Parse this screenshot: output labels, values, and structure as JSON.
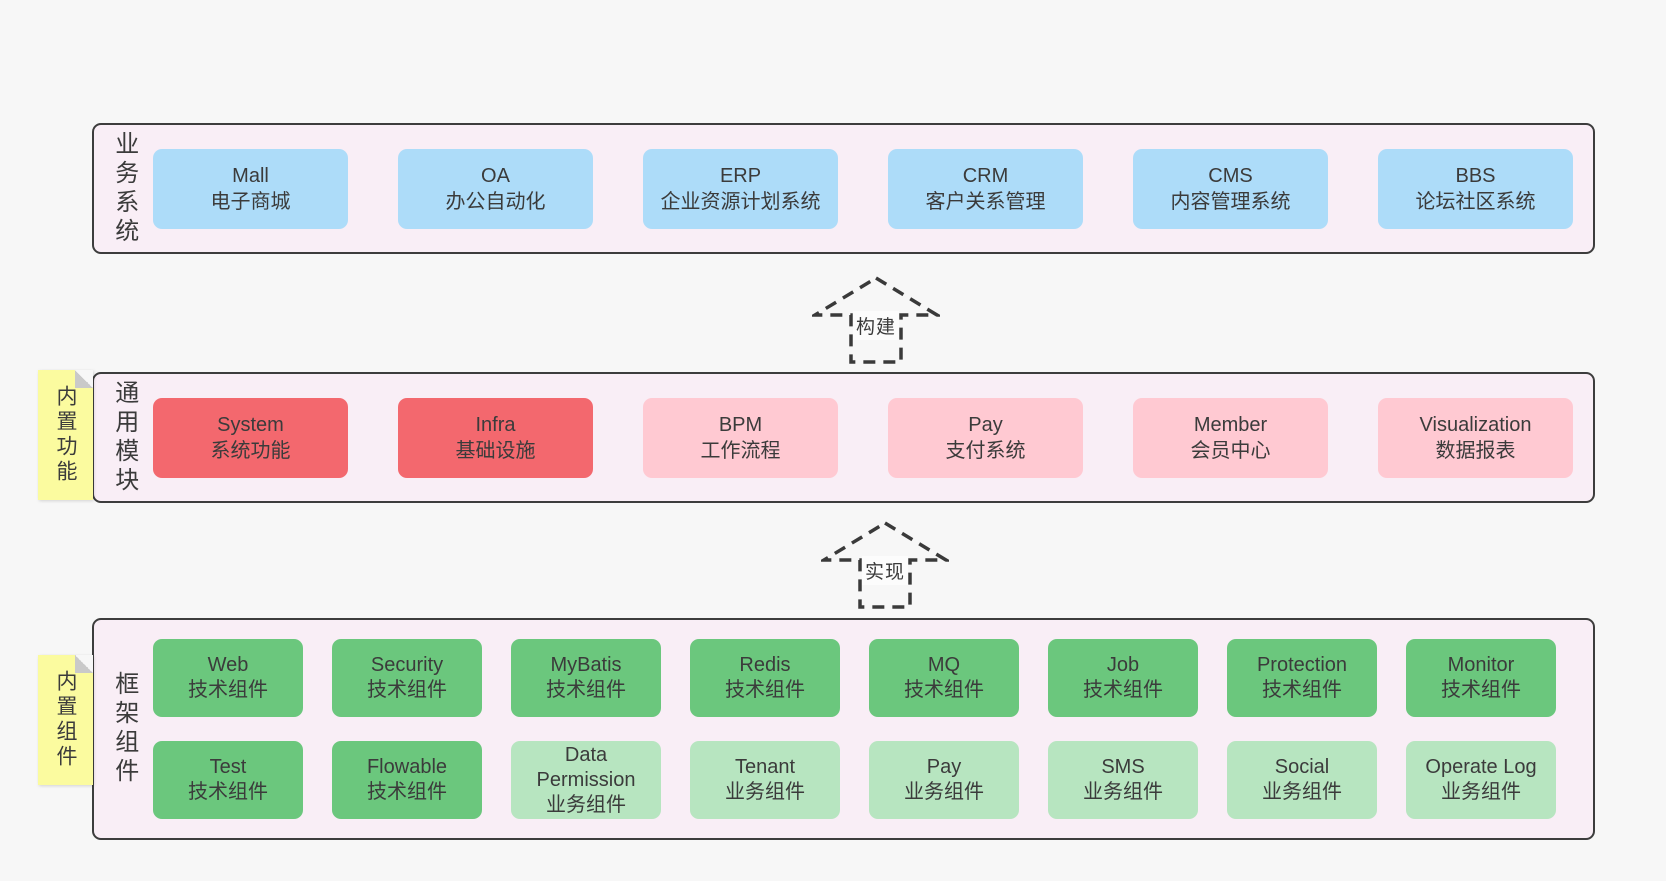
{
  "diagram": {
    "layers": {
      "business": {
        "label": "业务系统",
        "boxes": [
          {
            "name": "Mall",
            "desc": "电子商城"
          },
          {
            "name": "OA",
            "desc": "办公自动化"
          },
          {
            "name": "ERP",
            "desc": "企业资源计划系统"
          },
          {
            "name": "CRM",
            "desc": "客户关系管理"
          },
          {
            "name": "CMS",
            "desc": "内容管理系统"
          },
          {
            "name": "BBS",
            "desc": "论坛社区系统"
          }
        ]
      },
      "modules": {
        "label": "通用模块",
        "note": "内置功能",
        "boxes": [
          {
            "name": "System",
            "desc": "系统功能"
          },
          {
            "name": "Infra",
            "desc": "基础设施"
          },
          {
            "name": "BPM",
            "desc": "工作流程"
          },
          {
            "name": "Pay",
            "desc": "支付系统"
          },
          {
            "name": "Member",
            "desc": "会员中心"
          },
          {
            "name": "Visualization",
            "desc": "数据报表"
          }
        ]
      },
      "framework": {
        "label": "框架组件",
        "note": "内置组件",
        "row1": [
          {
            "name": "Web",
            "desc": "技术组件"
          },
          {
            "name": "Security",
            "desc": "技术组件"
          },
          {
            "name": "MyBatis",
            "desc": "技术组件"
          },
          {
            "name": "Redis",
            "desc": "技术组件"
          },
          {
            "name": "MQ",
            "desc": "技术组件"
          },
          {
            "name": "Job",
            "desc": "技术组件"
          },
          {
            "name": "Protection",
            "desc": "技术组件"
          },
          {
            "name": "Monitor",
            "desc": "技术组件"
          }
        ],
        "row2": [
          {
            "name": "Test",
            "desc": "技术组件"
          },
          {
            "name": "Flowable",
            "desc": "技术组件"
          },
          {
            "name": "Data Permission",
            "desc": "业务组件"
          },
          {
            "name": "Tenant",
            "desc": "业务组件"
          },
          {
            "name": "Pay",
            "desc": "业务组件"
          },
          {
            "name": "SMS",
            "desc": "业务组件"
          },
          {
            "name": "Social",
            "desc": "业务组件"
          },
          {
            "name": "Operate Log",
            "desc": "业务组件"
          }
        ]
      }
    },
    "arrows": {
      "build": {
        "label": "构建"
      },
      "implement": {
        "label": "实现"
      }
    },
    "colors": {
      "page_bg": "#f7f7f7",
      "container_fill": "#f9eef6",
      "container_border": "#3d3d3d",
      "blue_box": "#addcf9",
      "red_box": "#f3686e",
      "pink_box": "#ffc9d2",
      "green_dark_box": "#6bc77d",
      "green_light_box": "#b7e5c0",
      "sticky_yellow": "#fbfb9f",
      "sticky_fold_gray": "#c9c9c9"
    }
  }
}
